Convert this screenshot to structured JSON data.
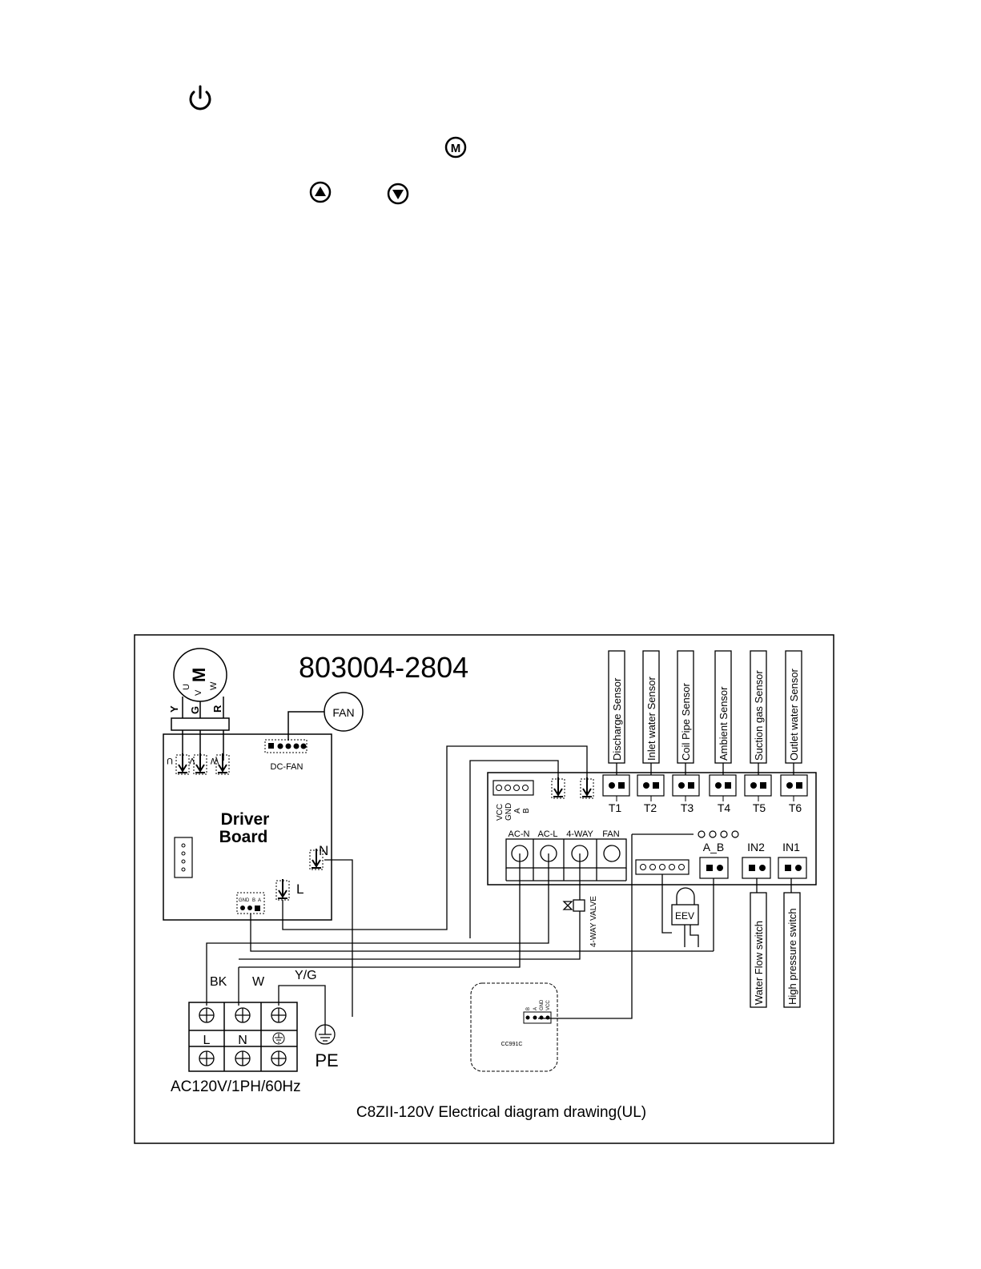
{
  "manual_icons": {
    "power": "power-icon",
    "mode": "M",
    "up": "up-arrow-icon",
    "down": "down-arrow-icon"
  },
  "diagram": {
    "model_number": "803004-2804",
    "caption": "C8ZII-120V Electrical diagram drawing(UL)",
    "motor": {
      "symbol": "M",
      "phase_u": "U",
      "phase_v": "V",
      "phase_w": "W",
      "wire_y": "Y",
      "wire_g": "G",
      "wire_r": "R"
    },
    "fan_label": "FAN",
    "driver_board": {
      "title_line1": "Driver",
      "title_line2": "Board",
      "dc_fan": "DC-FAN",
      "term_u": "U",
      "term_v": "V",
      "term_w": "W",
      "term_n": "N",
      "term_l": "L",
      "comm_gnd": "GND",
      "comm_b": "B",
      "comm_a": "A"
    },
    "main_board": {
      "vcc": "VCC",
      "gnd": "GND",
      "a": "A",
      "b": "B",
      "relay_labels": [
        "AC-N",
        "AC-L",
        "4-WAY",
        "FAN"
      ],
      "ab_label": "A_B",
      "in2": "IN2",
      "in1": "IN1"
    },
    "sensors": [
      {
        "name": "Discharge Sensor",
        "terminal": "T1"
      },
      {
        "name": "Inlet water Sensor",
        "terminal": "T2"
      },
      {
        "name": "Coil Pipe Sensor",
        "terminal": "T3"
      },
      {
        "name": "Ambient Sensor",
        "terminal": "T4"
      },
      {
        "name": "Suction gas Sensor",
        "terminal": "T5"
      },
      {
        "name": "Outlet water Sensor",
        "terminal": "T6"
      }
    ],
    "valve_label": "4-WAY VALVE",
    "eev_label": "EEV",
    "switches": [
      "Water Flow switch",
      "High pressure switch"
    ],
    "power_block": {
      "wire_bk": "BK",
      "wire_w": "W",
      "wire_yg": "Y/G",
      "label_l": "L",
      "label_n": "N",
      "pe": "PE",
      "rating": "AC120V/1PH/60Hz"
    },
    "controller": {
      "model": "CC991C",
      "b": "B",
      "a": "A",
      "gnd": "GND",
      "vcc": "VCC"
    }
  }
}
